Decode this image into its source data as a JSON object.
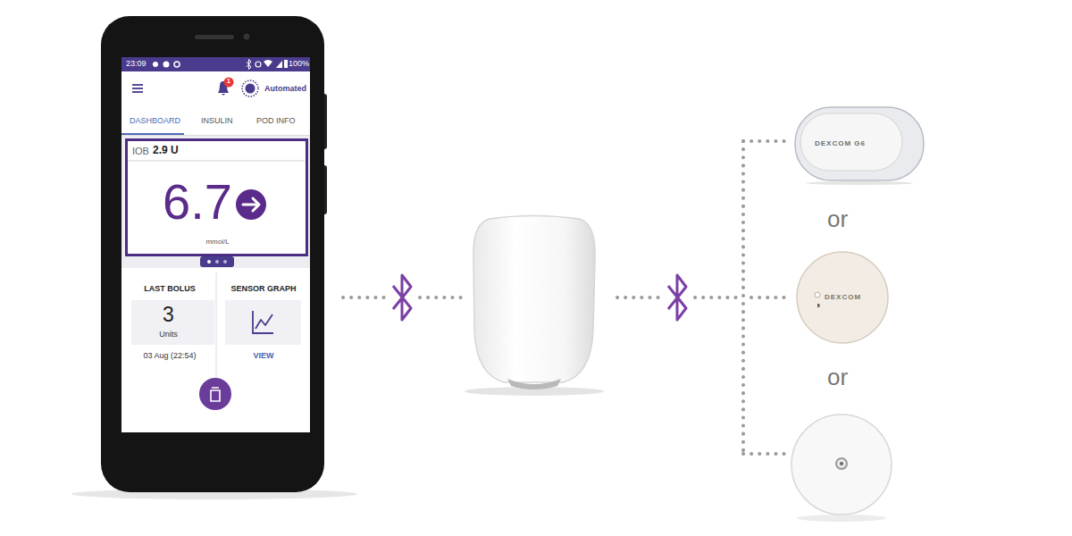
{
  "diagram": {
    "nodes": [
      {
        "text": [
          "IOB",
          "2.9 U",
          "6.7",
          "mmol/L"
        ]
      },
      {
        "text": [
          "LAST BOLUS",
          "03 Aug (22:54)"
        ]
      },
      {
        "text": [
          "3",
          "Units"
        ],
        "in": 1
      },
      {
        "text": [
          "SENSOR GRAPH",
          "VIEW"
        ]
      },
      {
        "text": [
          "DEXCOM G6"
        ]
      },
      {
        "text": [
          "DEXCOM"
        ]
      }
    ],
    "labels": [
      "23:09",
      "100%",
      "1",
      "Automated",
      "DASHBOARD",
      "INSULIN",
      "POD INFO",
      "or",
      "or"
    ]
  }
}
